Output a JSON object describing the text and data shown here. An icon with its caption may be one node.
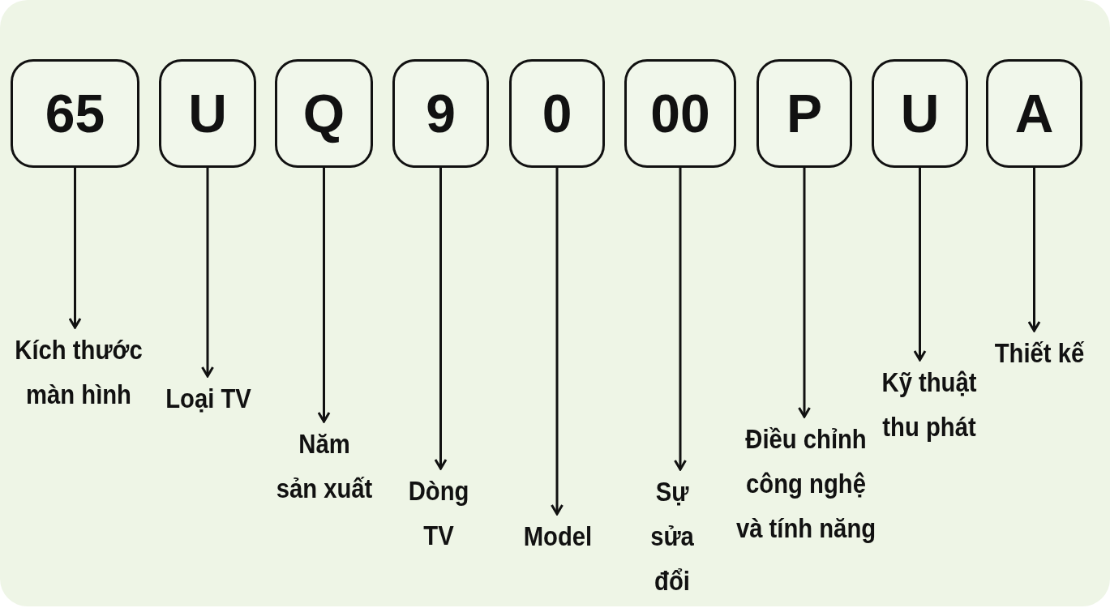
{
  "diagram": {
    "nodes": [
      {
        "text": [
          "65"
        ]
      },
      {
        "text": [
          "U"
        ]
      },
      {
        "text": [
          "Q"
        ]
      },
      {
        "text": [
          "9"
        ]
      },
      {
        "text": [
          "0"
        ]
      },
      {
        "text": [
          "00"
        ]
      },
      {
        "text": [
          "P"
        ]
      },
      {
        "text": [
          "U"
        ]
      },
      {
        "text": [
          "A"
        ]
      },
      {
        "text": [
          "Kích thước màn hình"
        ]
      },
      {
        "text": [
          "Loại TV"
        ]
      },
      {
        "text": [
          "Năm sản xuất"
        ]
      },
      {
        "text": [
          "Dòng TV"
        ]
      },
      {
        "text": [
          "Model"
        ]
      },
      {
        "text": [
          "Sự sửa đổi"
        ]
      },
      {
        "text": [
          "Điều chỉnh công nghệ và tính năng"
        ]
      },
      {
        "text": [
          "Kỹ thuật thu phát"
        ]
      },
      {
        "text": [
          "Thiết kế"
        ]
      }
    ],
    "edges": [
      {
        "from": 0,
        "to": 9,
        "arrow": "to"
      },
      {
        "from": 1,
        "to": 10,
        "arrow": "to"
      },
      {
        "from": 2,
        "to": 11,
        "arrow": "to"
      },
      {
        "from": 3,
        "to": 12,
        "arrow": "to"
      },
      {
        "from": 4,
        "to": 13,
        "arrow": "to"
      },
      {
        "from": 5,
        "to": 14,
        "arrow": "to"
      },
      {
        "from": 6,
        "to": 15,
        "arrow": "to"
      },
      {
        "from": 7,
        "to": 16,
        "arrow": "to"
      },
      {
        "from": 8,
        "to": 17,
        "arrow": "to"
      }
    ]
  }
}
